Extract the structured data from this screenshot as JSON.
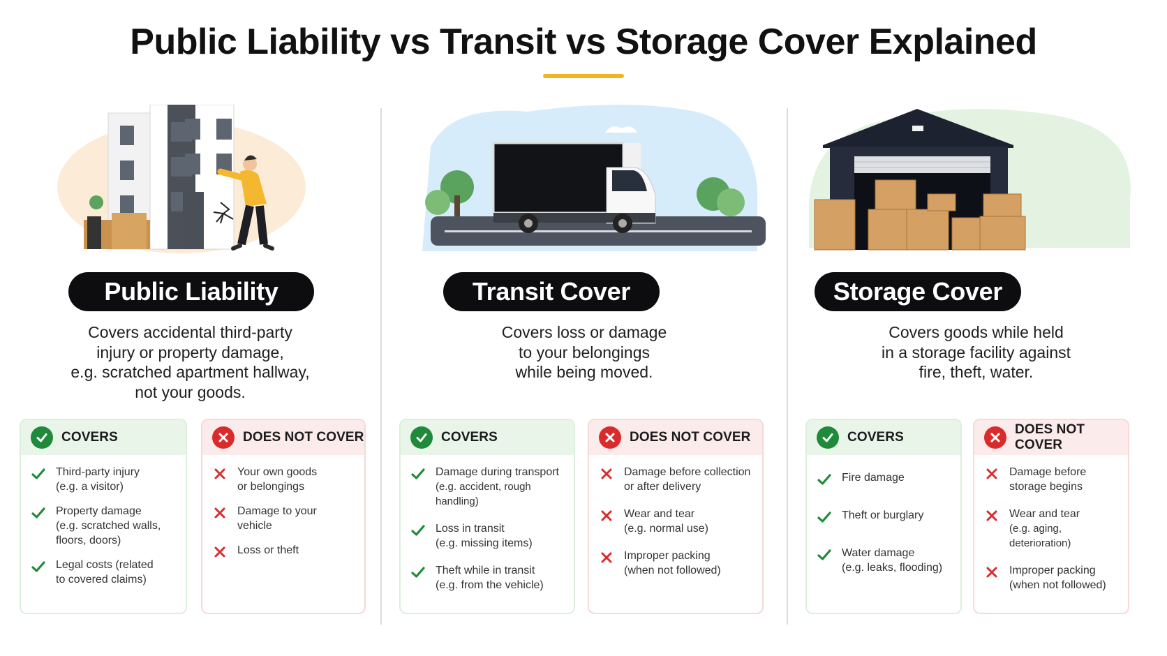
{
  "page": {
    "title": "Public Liability vs Transit vs Storage Cover Explained",
    "accent_color": "#f5b324"
  },
  "covers_label": "COVERS",
  "not_cover_label": "DOES NOT COVER",
  "columns": [
    {
      "heading": "Public Liability",
      "illustration": "building-with-person-and-cracked-wall",
      "description_lines": [
        "Covers accidental third-party",
        "injury or property damage,",
        "e.g. scratched apartment hallway,",
        "not your goods."
      ],
      "covers": [
        {
          "line1": "Third-party injury",
          "line2": "(e.g. a visitor)"
        },
        {
          "line1": "Property damage",
          "line2": "(e.g. scratched walls,",
          "line3": "floors, doors)"
        },
        {
          "line1": "Legal costs (related",
          "line2": "to covered claims)"
        }
      ],
      "not_covered": [
        {
          "line1": "Your own goods",
          "line2": "or belongings"
        },
        {
          "line1": "Damage to your",
          "line2": "vehicle"
        },
        {
          "line1": "Loss or theft"
        }
      ]
    },
    {
      "heading": "Transit Cover",
      "illustration": "moving-truck",
      "description_lines": [
        "Covers loss or damage",
        "to your belongings",
        "while being moved."
      ],
      "covers": [
        {
          "line1": "Damage during transport",
          "line2": "(e.g. accident, rough handling)"
        },
        {
          "line1": "Loss in transit",
          "line2": "(e.g. missing items)"
        },
        {
          "line1": "Theft while in transit",
          "line2": "(e.g. from the vehicle)"
        }
      ],
      "not_covered": [
        {
          "line1": "Damage before collection",
          "line2": "or after delivery"
        },
        {
          "line1": "Wear and tear",
          "line2": "(e.g. normal use)"
        },
        {
          "line1": "Improper packing",
          "line2": "(when not followed)"
        }
      ]
    },
    {
      "heading": "Storage Cover",
      "illustration": "storage-warehouse-with-boxes",
      "description_lines": [
        "Covers goods while held",
        "in a storage facility against",
        "fire, theft, water."
      ],
      "covers": [
        {
          "line1": "Fire damage"
        },
        {
          "line1": "Theft or burglary"
        },
        {
          "line1": "Water damage",
          "line2": "(e.g. leaks, flooding)"
        }
      ],
      "not_covered": [
        {
          "line1": "Damage before",
          "line2": "storage begins"
        },
        {
          "line1": "Wear and tear",
          "line2": "(e.g. aging, deterioration)"
        },
        {
          "line1": "Improper packing",
          "line2": "(when not followed)"
        }
      ]
    }
  ]
}
